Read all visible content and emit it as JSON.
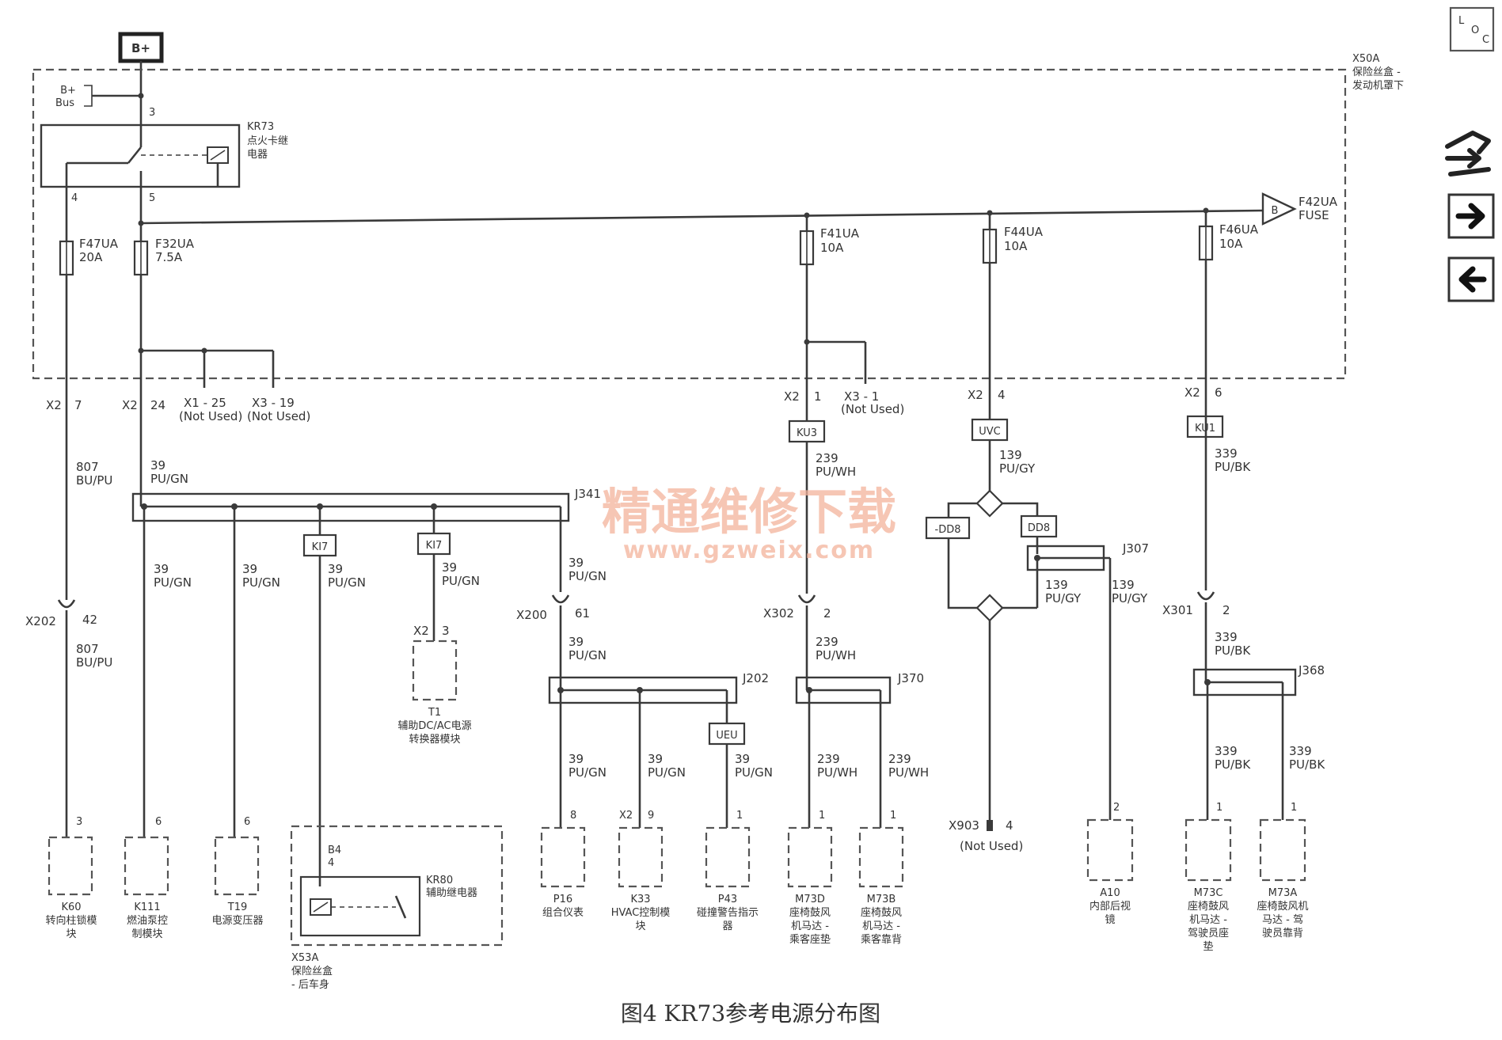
{
  "header": {
    "battery_label": "B+",
    "bus_label_1": "B+",
    "bus_label_2": "Bus",
    "fuse_box_id": "X50A",
    "fuse_box_name_1": "保险丝盒 -",
    "fuse_box_name_2": "发动机罩下"
  },
  "relay_main": {
    "id": "KR73",
    "name_1": "点火卡继",
    "name_2": "电器",
    "pin_in": "3",
    "pin_out_left": "4",
    "pin_out_main": "5"
  },
  "fuses": {
    "f47": {
      "id": "F47UA",
      "rating": "20A"
    },
    "f32": {
      "id": "F32UA",
      "rating": "7.5A"
    },
    "f41": {
      "id": "F41UA",
      "rating": "10A"
    },
    "f44": {
      "id": "F44UA",
      "rating": "10A"
    },
    "f46": {
      "id": "F46UA",
      "rating": "10A"
    },
    "f42": {
      "marker": "B",
      "id": "F42UA",
      "label": "FUSE"
    }
  },
  "connectors": {
    "x2_7": {
      "conn": "X2",
      "pin": "7"
    },
    "x2_24": {
      "conn": "X2",
      "pin": "24"
    },
    "x1_25": {
      "label": "X1 - 25",
      "note": "(Not Used)"
    },
    "x3_19": {
      "label": "X3 - 19",
      "note": "(Not Used)"
    },
    "x2_1": {
      "conn": "X2",
      "pin": "1"
    },
    "x3_1": {
      "label": "X3 - 1",
      "note": "(Not Used)"
    },
    "x2_4": {
      "conn": "X2",
      "pin": "4"
    },
    "x2_6": {
      "conn": "X2",
      "pin": "6"
    },
    "x202": {
      "conn": "X202",
      "pin": "42"
    },
    "x200": {
      "conn": "X200",
      "pin": "61"
    },
    "x302": {
      "conn": "X302",
      "pin": "2"
    },
    "x301": {
      "conn": "X301",
      "pin": "2"
    },
    "x903": {
      "conn": "X903",
      "pin": "4",
      "note": "(Not Used)"
    },
    "t1_x2": {
      "conn": "X2",
      "pin": "3"
    },
    "k33_x2": {
      "conn": "X2",
      "pin": "9"
    }
  },
  "splices": {
    "j341": "J341",
    "j202": "J202",
    "j370": "J370",
    "j307": "J307",
    "j368": "J368"
  },
  "tags": {
    "ku3": "KU3",
    "uvc": "UVC",
    "ku1": "KU1",
    "ki7_a": "KI7",
    "ki7_b": "KI7",
    "dd8_neg": "-DD8",
    "dd8": "DD8",
    "ueu": "UEU"
  },
  "wires": {
    "w807_top": {
      "num": "807",
      "color": "BU/PU"
    },
    "w807_bot": {
      "num": "807",
      "color": "BU/PU"
    },
    "w39_top": {
      "num": "39",
      "color": "PU/GN"
    },
    "w39_a": {
      "num": "39",
      "color": "PU/GN"
    },
    "w39_b": {
      "num": "39",
      "color": "PU/GN"
    },
    "w39_c": {
      "num": "39",
      "color": "PU/GN"
    },
    "w39_d": {
      "num": "39",
      "color": "PU/GN"
    },
    "w39_e": {
      "num": "39",
      "color": "PU/GN"
    },
    "w39_f": {
      "num": "39",
      "color": "PU/GN"
    },
    "w39_g": {
      "num": "39",
      "color": "PU/GN"
    },
    "w39_h": {
      "num": "39",
      "color": "PU/GN"
    },
    "w39_i": {
      "num": "39",
      "color": "PU/GN"
    },
    "w239_top": {
      "num": "239",
      "color": "PU/WH"
    },
    "w239_mid": {
      "num": "239",
      "color": "PU/WH"
    },
    "w239_l": {
      "num": "239",
      "color": "PU/WH"
    },
    "w239_r": {
      "num": "239",
      "color": "PU/WH"
    },
    "w139_top": {
      "num": "139",
      "color": "PU/GY"
    },
    "w139_l": {
      "num": "139",
      "color": "PU/GY"
    },
    "w139_r": {
      "num": "139",
      "color": "PU/GY"
    },
    "w339_top": {
      "num": "339",
      "color": "PU/BK"
    },
    "w339_mid": {
      "num": "339",
      "color": "PU/BK"
    },
    "w339_l": {
      "num": "339",
      "color": "PU/BK"
    },
    "w339_r": {
      "num": "339",
      "color": "PU/BK"
    }
  },
  "components": {
    "k60": {
      "pin": "3",
      "id": "K60",
      "name_1": "转向柱锁模",
      "name_2": "块"
    },
    "k111": {
      "pin": "6",
      "id": "K111",
      "name_1": "燃油泵控",
      "name_2": "制模块"
    },
    "t19": {
      "pin": "6",
      "id": "T19",
      "name_1": "电源变压器"
    },
    "kr80": {
      "pin_id": "B4",
      "pin": "4",
      "id": "KR80",
      "name_1": "辅助继电器"
    },
    "x53a": {
      "id": "X53A",
      "name_1": "保险丝盒",
      "name_2": "- 后车身"
    },
    "t1": {
      "id": "T1",
      "name_1": "辅助DC/AC电源",
      "name_2": "转换器模块"
    },
    "p16": {
      "pin": "8",
      "id": "P16",
      "name_1": "组合仪表"
    },
    "k33": {
      "id": "K33",
      "name_1": "HVAC控制模",
      "name_2": "块"
    },
    "p43": {
      "pin": "1",
      "id": "P43",
      "name_1": "碰撞警告指示",
      "name_2": "器"
    },
    "m73d": {
      "pin": "1",
      "id": "M73D",
      "name_1": "座椅鼓风",
      "name_2": "机马达 -",
      "name_3": "乘客座垫"
    },
    "m73b": {
      "pin": "1",
      "id": "M73B",
      "name_1": "座椅鼓风",
      "name_2": "机马达 -",
      "name_3": "乘客靠背"
    },
    "a10": {
      "pin": "2",
      "id": "A10",
      "name_1": "内部后视",
      "name_2": "镜"
    },
    "m73c": {
      "pin": "1",
      "id": "M73C",
      "name_1": "座椅鼓风",
      "name_2": "机马达 -",
      "name_3": "驾驶员座",
      "name_4": "垫"
    },
    "m73a": {
      "pin": "1",
      "id": "M73A",
      "name_1": "座椅鼓风机",
      "name_2": "马达 - 驾",
      "name_3": "驶员靠背"
    }
  },
  "watermark": {
    "line1": "精通维修下载",
    "line2": "www.gzweix.com"
  },
  "caption": "图4   KR73参考电源分布图",
  "nav": {
    "loc_label": "LOC"
  }
}
